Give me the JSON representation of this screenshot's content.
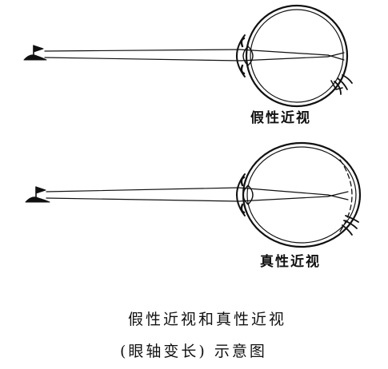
{
  "labels": {
    "pseudo_myopia": "假性近视",
    "true_myopia": "真性近视"
  },
  "caption": {
    "line1": "假性近视和真性近视",
    "line2": "(眼轴变长) 示意图"
  },
  "colors": {
    "ink": "#111111",
    "background": "#ffffff"
  }
}
